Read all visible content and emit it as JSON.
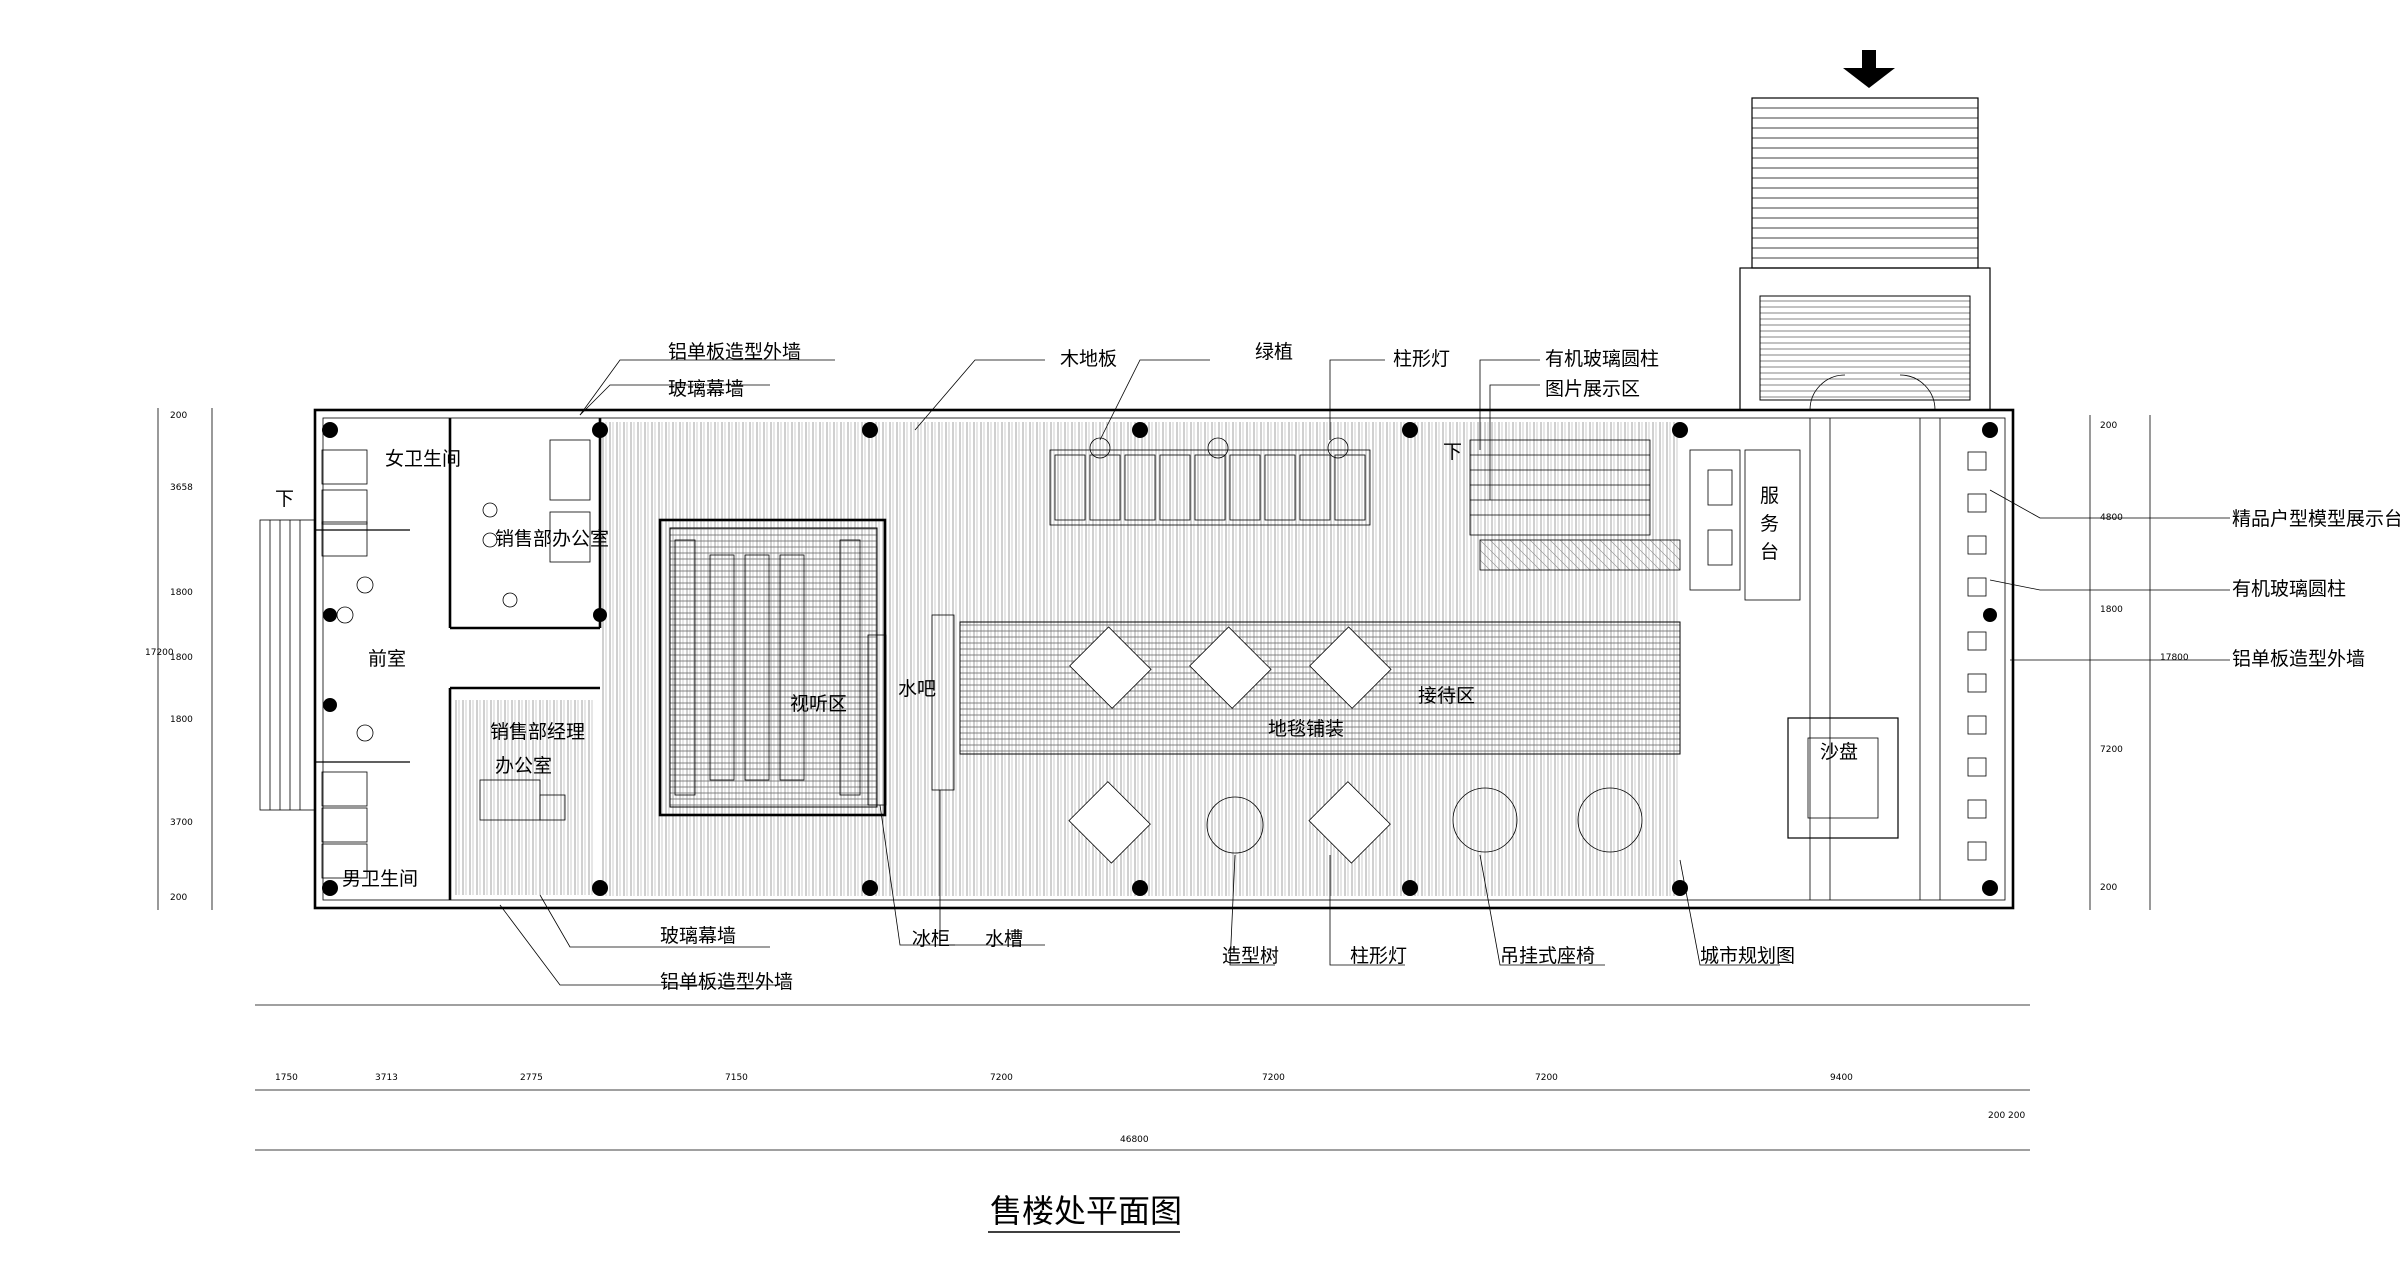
{
  "title": "售楼处平面图",
  "labels": {
    "wall_alum_top": "铝单板造型外墙",
    "glass_curtain_top": "玻璃幕墙",
    "wood_floor": "木地板",
    "planter": "绿植",
    "column_lamp_top": "柱形灯",
    "acrylic_column_top": "有机玻璃圆柱",
    "photo_display": "图片展示区",
    "stairs_down_left": "下",
    "stairs_down_right": "下",
    "womens_wc": "女卫生间",
    "sales_office": "销售部办公室",
    "front_room": "前室",
    "manager_office_line1": "销售部经理",
    "manager_office_line2": "办公室",
    "mens_wc": "男卫生间",
    "av_zone": "视听区",
    "water_bar": "水吧",
    "reception_zone": "接待区",
    "carpet": "地毯铺装",
    "service_desk_1": "服",
    "service_desk_2": "务",
    "service_desk_3": "台",
    "sand_table": "沙盘",
    "model_display": "精品户型模型展示台",
    "acrylic_column_right": "有机玻璃圆柱",
    "wall_alum_right": "铝单板造型外墙",
    "glass_curtain_bottom": "玻璃幕墙",
    "wall_alum_bottom": "铝单板造型外墙",
    "ice_cabinet": "冰柜",
    "sink": "水槽",
    "shaped_tree": "造型树",
    "column_lamp_bottom": "柱形灯",
    "hanging_chair": "吊挂式座椅",
    "city_plan": "城市规划图"
  },
  "dimensions": {
    "bottom": [
      "1750",
      "3713",
      "2775",
      "7150",
      "7200",
      "7200",
      "7200",
      "9400"
    ],
    "total": "46800",
    "right_small": "200 200",
    "left": [
      "200",
      "3658",
      "1800",
      "1800",
      "1800",
      "3700",
      "200",
      "17200"
    ],
    "right": [
      "200",
      "4800",
      "1800",
      "7200",
      "200",
      "17800"
    ]
  }
}
